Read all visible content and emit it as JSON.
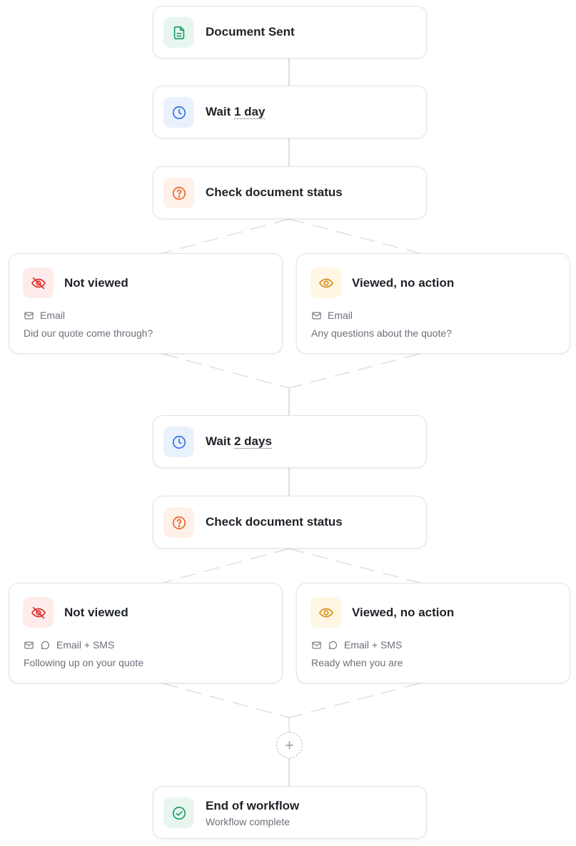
{
  "steps": [
    {
      "title": "Document Sent",
      "icon": "document-icon",
      "color": "#1a9a67"
    },
    {
      "title_prefix": "Wait ",
      "title_value": "1 day",
      "icon": "clock-icon",
      "color": "#2f6fe4"
    },
    {
      "title": "Check document status",
      "icon": "question-circle-icon",
      "color": "#e8642c"
    },
    {
      "title_prefix": "Wait ",
      "title_value": "2 days",
      "icon": "clock-icon",
      "color": "#2f6fe4"
    },
    {
      "title": "Check document status",
      "icon": "question-circle-icon",
      "color": "#e8642c"
    },
    {
      "title": "End of workflow",
      "subtitle": "Workflow complete",
      "icon": "check-circle-icon",
      "color": "#1a9a67"
    }
  ],
  "branches": [
    {
      "title": "Not viewed",
      "icon": "eye-off-icon",
      "channel": "Email",
      "message": "Did our quote come through?",
      "color": "#d92d2a"
    },
    {
      "title": "Viewed, no action",
      "icon": "eye-icon",
      "channel": "Email",
      "message": "Any questions about the quote?",
      "color": "#d88a18"
    },
    {
      "title": "Not viewed",
      "icon": "eye-off-icon",
      "channel": "Email + SMS",
      "message": "Following up on your quote",
      "color": "#d92d2a"
    },
    {
      "title": "Viewed, no action",
      "icon": "eye-icon",
      "channel": "Email + SMS",
      "message": "Ready when you are",
      "color": "#d88a18"
    }
  ],
  "add_button": {
    "label": "+",
    "icon": "plus-icon"
  }
}
